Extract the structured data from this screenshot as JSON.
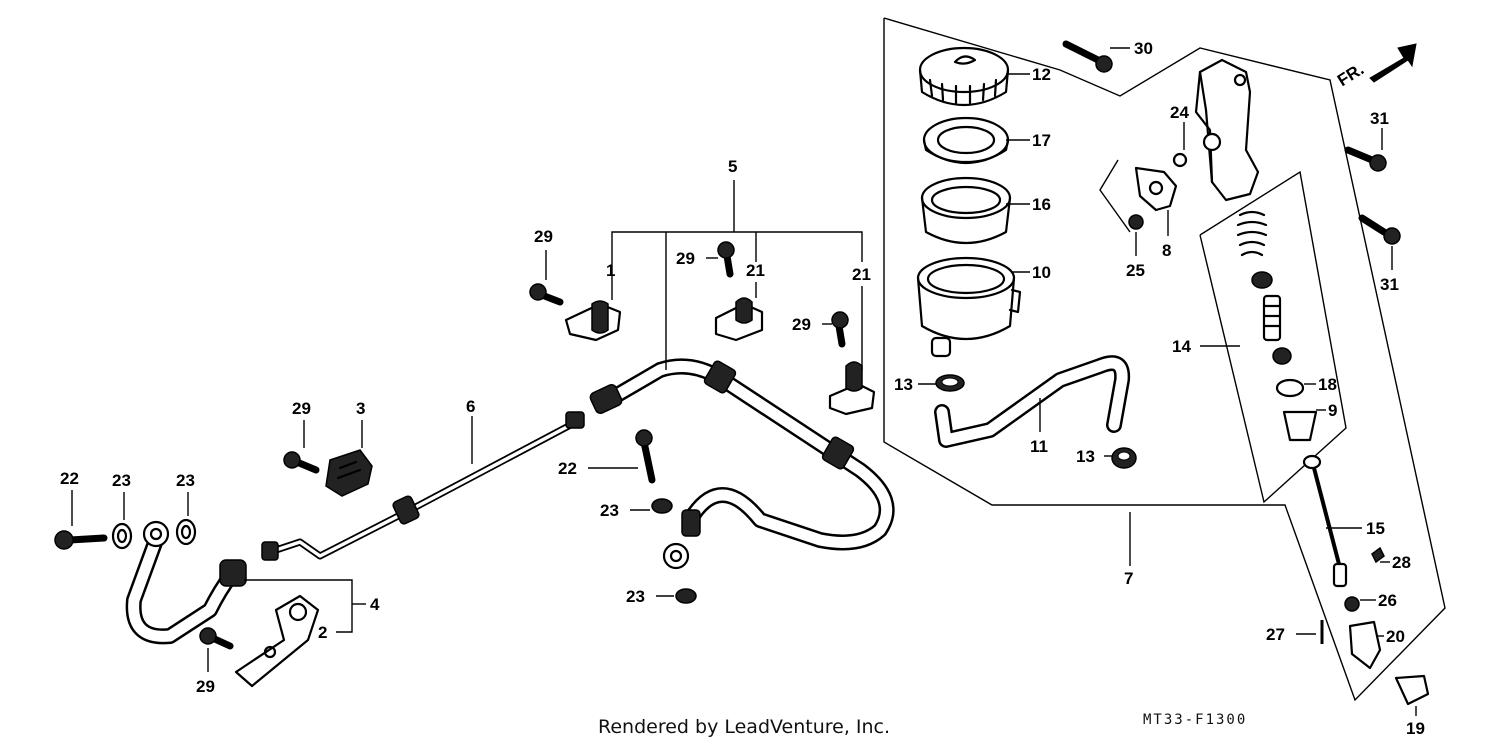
{
  "diagram": {
    "footer_credit": "Rendered by LeadVenture, Inc.",
    "figure_code": "MT33-F1300",
    "direction_label": "FR.",
    "callouts": [
      {
        "id": "c-30",
        "label": "30"
      },
      {
        "id": "c-12",
        "label": "12"
      },
      {
        "id": "c-17",
        "label": "17"
      },
      {
        "id": "c-16",
        "label": "16"
      },
      {
        "id": "c-10",
        "label": "10"
      },
      {
        "id": "c-13a",
        "label": "13"
      },
      {
        "id": "c-11",
        "label": "11"
      },
      {
        "id": "c-13b",
        "label": "13"
      },
      {
        "id": "c-7",
        "label": "7"
      },
      {
        "id": "c-24",
        "label": "24"
      },
      {
        "id": "c-8",
        "label": "8"
      },
      {
        "id": "c-25",
        "label": "25"
      },
      {
        "id": "c-31a",
        "label": "31"
      },
      {
        "id": "c-31b",
        "label": "31"
      },
      {
        "id": "c-14",
        "label": "14"
      },
      {
        "id": "c-18",
        "label": "18"
      },
      {
        "id": "c-9",
        "label": "9"
      },
      {
        "id": "c-15",
        "label": "15"
      },
      {
        "id": "c-28",
        "label": "28"
      },
      {
        "id": "c-26",
        "label": "26"
      },
      {
        "id": "c-27",
        "label": "27"
      },
      {
        "id": "c-20",
        "label": "20"
      },
      {
        "id": "c-19",
        "label": "19"
      },
      {
        "id": "c-5",
        "label": "5"
      },
      {
        "id": "c-29a",
        "label": "29"
      },
      {
        "id": "c-1",
        "label": "1"
      },
      {
        "id": "c-29b",
        "label": "29"
      },
      {
        "id": "c-21a",
        "label": "21"
      },
      {
        "id": "c-21b",
        "label": "21"
      },
      {
        "id": "c-29c",
        "label": "29"
      },
      {
        "id": "c-29d",
        "label": "29"
      },
      {
        "id": "c-3",
        "label": "3"
      },
      {
        "id": "c-6",
        "label": "6"
      },
      {
        "id": "c-22a",
        "label": "22"
      },
      {
        "id": "c-23a",
        "label": "23"
      },
      {
        "id": "c-23b",
        "label": "23"
      },
      {
        "id": "c-22b",
        "label": "22"
      },
      {
        "id": "c-23c",
        "label": "23"
      },
      {
        "id": "c-23d",
        "label": "23"
      },
      {
        "id": "c-4",
        "label": "4"
      },
      {
        "id": "c-2",
        "label": "2"
      },
      {
        "id": "c-29e",
        "label": "29"
      }
    ]
  }
}
